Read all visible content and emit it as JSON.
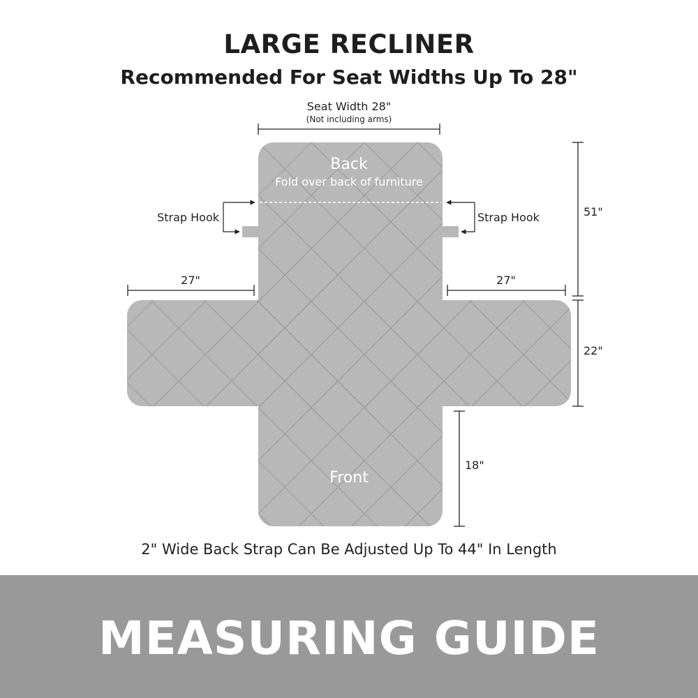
{
  "header": {
    "title": "LARGE RECLINER",
    "subtitle": "Recommended For Seat Widths Up To 28\""
  },
  "diagram": {
    "seat_width_label": "Seat Width 28\"",
    "seat_width_note": "(Not including arms)",
    "back_label": "Back",
    "back_note": "Fold over back of furniture",
    "front_label": "Front",
    "strap_hook_left": "Strap Hook",
    "strap_hook_right": "Strap Hook",
    "arm_left_width": "27\"",
    "arm_right_width": "27\"",
    "back_length": "51\"",
    "seat_depth": "22\"",
    "front_length": "18\"",
    "strap_note": "2\" Wide Back Strap Can Be Adjusted Up To 44\" In Length",
    "colors": {
      "fabric": "#b8b8b8",
      "quilt_line": "#9c9c9c",
      "dimension_line": "#222222"
    }
  },
  "footer": {
    "text": "MEASURING GUIDE",
    "background": "#999999"
  }
}
